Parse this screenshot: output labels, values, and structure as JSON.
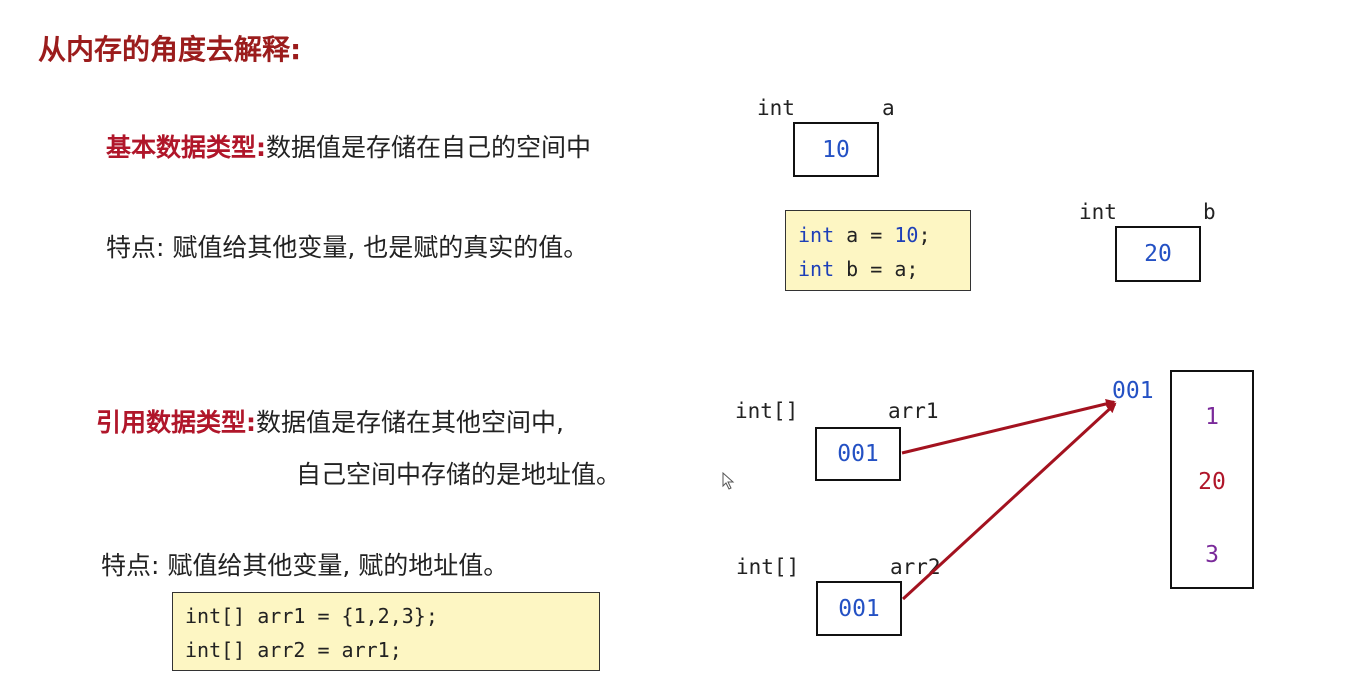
{
  "title": "从内存的角度去解释:",
  "primitive": {
    "label": "基本数据类型:",
    "desc": "数据值是存储在自己的空间中",
    "feature": "特点: 赋值给其他变量, 也是赋的真实的值。",
    "var_a": {
      "type": "int",
      "name": "a",
      "value": "10"
    },
    "var_b": {
      "type": "int",
      "name": "b",
      "value": "20"
    },
    "code": {
      "line1": "int a = 10;",
      "line2": "int b = a;"
    }
  },
  "reference": {
    "label": "引用数据类型:",
    "desc1": "数据值是存储在其他空间中,",
    "desc2": "自己空间中存储的是地址值。",
    "feature": "特点: 赋值给其他变量, 赋的地址值。",
    "var_arr1": {
      "type": "int[]",
      "name": "arr1",
      "value": "001"
    },
    "var_arr2": {
      "type": "int[]",
      "name": "arr2",
      "value": "001"
    },
    "heap_address": "001",
    "heap_values": [
      "1",
      "20",
      "3"
    ],
    "code": {
      "line1": "int[] arr1 = {1,2,3};",
      "line2": "int[] arr2 = arr1;"
    }
  },
  "colors": {
    "title": "#9b1c1c",
    "label_red": "#b0162a",
    "value_blue": "#2451c4",
    "heap_purple": "#7a2a9a",
    "heap_red": "#b0162a",
    "arrow": "#a3121f",
    "code_bg": "#fdf6c3"
  }
}
